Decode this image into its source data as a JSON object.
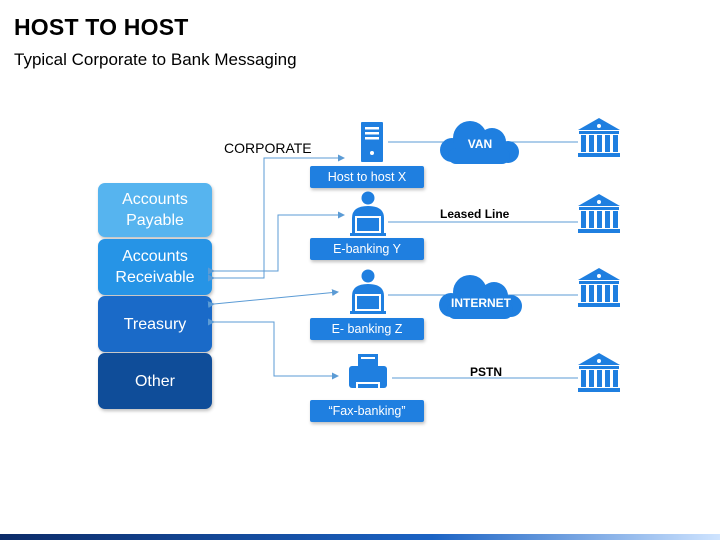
{
  "header": {
    "title": "HOST TO HOST",
    "subtitle": "Typical Corporate to Bank Messaging"
  },
  "corporate_label": "CORPORATE",
  "departments": [
    {
      "line1": "Accounts",
      "line2": "Payable",
      "color": "#56b4ef"
    },
    {
      "line1": "Accounts",
      "line2": "Receivable",
      "color": "#2694e6"
    },
    {
      "line1": "Treasury",
      "line2": "",
      "color": "#1a6ac8"
    },
    {
      "line1": "Other",
      "line2": "",
      "color": "#0f4d99"
    }
  ],
  "hosts": [
    {
      "label": "Host to host X",
      "icon": "server-icon"
    },
    {
      "label": "E-banking Y",
      "icon": "user-computer-icon"
    },
    {
      "label": "E- banking Z",
      "icon": "user-computer-icon"
    },
    {
      "label": "“Fax-banking”",
      "icon": "fax-icon"
    }
  ],
  "channels": [
    {
      "label": "VAN",
      "kind": "cloud"
    },
    {
      "label": "Leased Line",
      "kind": "line"
    },
    {
      "label": "INTERNET",
      "kind": "cloud"
    },
    {
      "label": "PSTN",
      "kind": "line"
    }
  ],
  "colors": {
    "accent": "#1f7fe0",
    "line": "#5b9bd5",
    "cloud": "#1f7fe0"
  }
}
